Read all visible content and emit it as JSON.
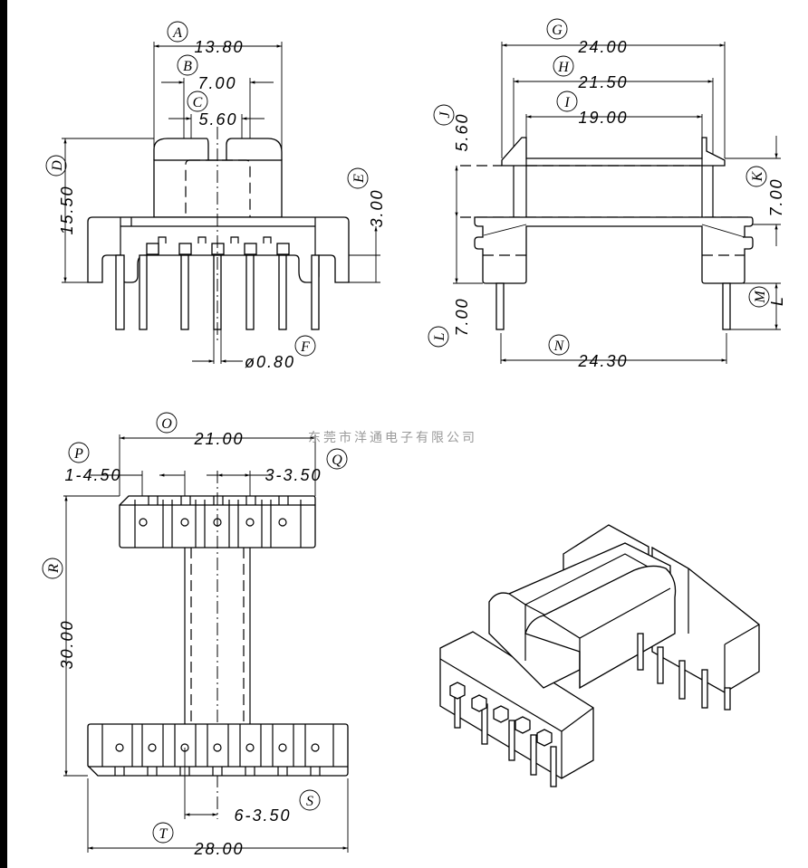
{
  "labels": {
    "A": "A",
    "B": "B",
    "C": "C",
    "D": "D",
    "E": "E",
    "F": "F",
    "G": "G",
    "H": "H",
    "I": "I",
    "J": "J",
    "K": "K",
    "L": "L",
    "M": "M",
    "N": "N",
    "O": "O",
    "P": "P",
    "Q": "Q",
    "R": "R",
    "S": "S",
    "T": "T"
  },
  "dimensions": {
    "A": "13.80",
    "B": "7.00",
    "C": "5.60",
    "D": "15.50",
    "E": "3.00",
    "F": "ø0.80",
    "G": "24.00",
    "H": "21.50",
    "I": "19.00",
    "J": "5.60",
    "K": "7.00",
    "L": "7.00",
    "M": "L",
    "N": "24.30",
    "O": "21.00",
    "P": "1-4.50",
    "Q": "3-3.50",
    "R": "30.00",
    "S": "6-3.50",
    "T": "28.00"
  },
  "watermark": "东莞市洋通电子有限公司"
}
